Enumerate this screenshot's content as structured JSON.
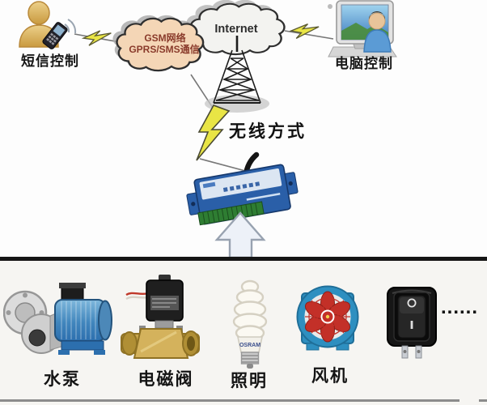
{
  "diagram": {
    "sms_control_label": "短信控制",
    "pc_control_label": "电脑控制",
    "gsm_cloud_line1": "GSM网络",
    "gsm_cloud_line2": "GPRS/SMS通信",
    "internet_cloud_label": "Internet",
    "wireless_mode_label": "无线方式"
  },
  "devices": {
    "pump_label": "水泵",
    "valve_label": "电磁阀",
    "lighting_label": "照明",
    "fan_label": "风机",
    "more_devices_label": "......",
    "bulb_brand_text": "OSRAM"
  },
  "colors": {
    "gsm_cloud_fill": "#F4D6B6",
    "gsm_text": "#8a3b2b",
    "internet_cloud_fill": "#F3F3F0",
    "lightning_yellow": "#E9E545",
    "controller_blue": "#2A5FA8",
    "terminal_green": "#2E7D32",
    "fan_housing_blue": "#2E8FC0",
    "fan_blade_red": "#C33028",
    "valve_brass": "#C9A74D",
    "divider_black": "#161616"
  }
}
